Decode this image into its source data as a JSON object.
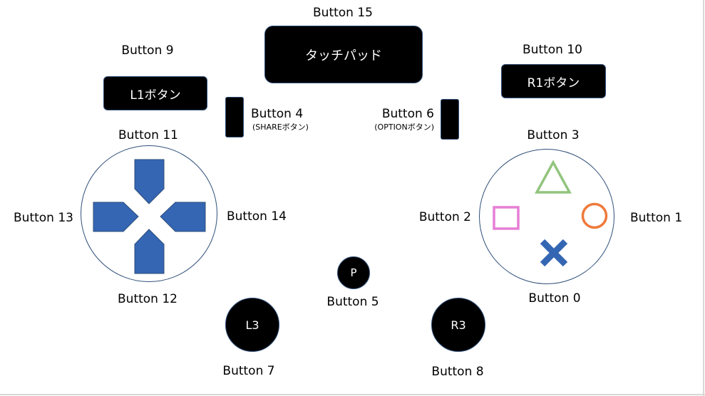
{
  "labels": {
    "b15": "Button 15",
    "b9": "Button 9",
    "b10": "Button 10",
    "b4": "Button 4",
    "b4_sub": "(SHAREボタン)",
    "b6": "Button 6",
    "b6_sub": "(OPTIONボタン)",
    "b11": "Button 11",
    "b3": "Button 3",
    "b13": "Button 13",
    "b14": "Button 14",
    "b2": "Button 2",
    "b1": "Button 1",
    "b12": "Button 12",
    "b0": "Button 0",
    "b5": "Button 5",
    "b7": "Button 7",
    "b8": "Button 8"
  },
  "controls": {
    "touchpad": "タッチパッド",
    "l1": "L1ボタン",
    "r1": "R1ボタン",
    "ps": "P",
    "l3": "L3",
    "r3": "R3"
  },
  "colors": {
    "dpad": "#3466b3",
    "triangle": "#92c47d",
    "square": "#e67fd6",
    "circle": "#ee7a3c",
    "cross": "#3466b3",
    "ring_border": "#2f4f7a"
  }
}
